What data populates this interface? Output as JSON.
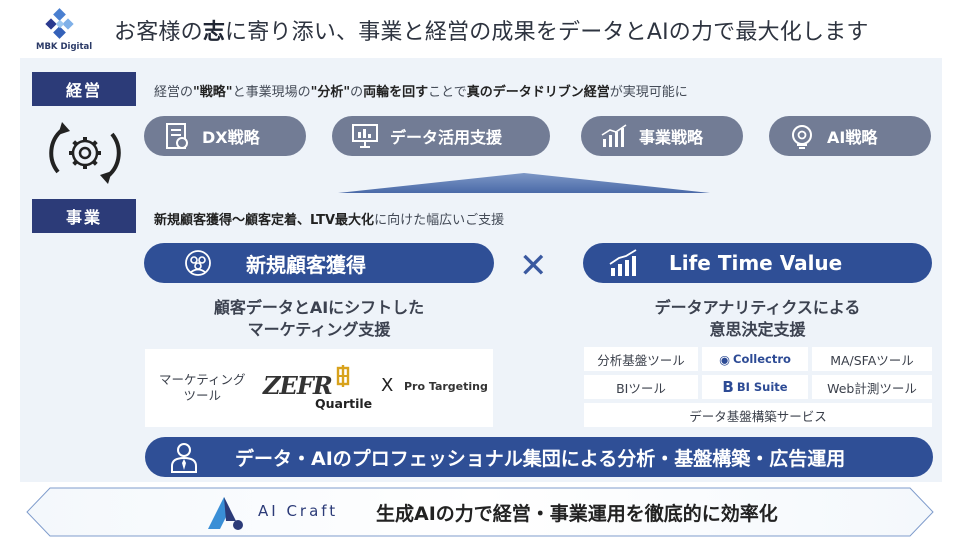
{
  "brand": {
    "name": "MBK Digital"
  },
  "headline": {
    "part1": "お客様の",
    "bold1": "志",
    "part2": "に寄り添い、事業と経営の成果をデータとAIの力で最大化します"
  },
  "management": {
    "label": "経営",
    "desc": {
      "t1": "経営の",
      "b1": "\"戦略\"",
      "t2": "と事業現場の",
      "b2": "\"分析\"",
      "t3": "の",
      "b3": "両輪を回す",
      "t4": "ことで",
      "b4": "真のデータドリブン経営",
      "t5": "が実現可能に"
    },
    "pills": [
      {
        "label": "DX戦略",
        "icon": "document-chart-icon"
      },
      {
        "label": "データ活用支援",
        "icon": "presentation-board-icon"
      },
      {
        "label": "事業戦略",
        "icon": "bar-chart-icon"
      },
      {
        "label": "AI戦略",
        "icon": "ai-head-icon"
      }
    ]
  },
  "business": {
    "label": "事業",
    "desc": {
      "b1": "新規顧客獲得〜顧客定着、LTV最大化",
      "t1": "に向けた幅広いご支援"
    },
    "left": {
      "title": "新規顧客獲得",
      "sub1": "顧客データとAIにシフトした",
      "sub2": "マーケティング支援",
      "tools_label1": "マーケティング",
      "tools_label2": "ツール",
      "logos": [
        "ZEFR",
        "Quartile",
        "X",
        "Pro Targeting"
      ]
    },
    "times": "✕",
    "right": {
      "title": "Life Time Value",
      "sub1": "データアナリティクスによる",
      "sub2": "意思決定支援",
      "cells": {
        "analysis": "分析基盤ツール",
        "collectro": "Collectro",
        "masfa": "MA/SFAツール",
        "bi": "BIツール",
        "bisuite": "BI Suite",
        "web": "Web計測ツール",
        "data_service": "データ基盤構築サービス"
      }
    }
  },
  "professional_bar": "データ・AIのプロフェッショナル集団による分析・基盤構築・広告運用",
  "aicraft": {
    "name": "AI Craft",
    "text": "生成AIの力で経営・事業運用を徹底的に効率化"
  },
  "colors": {
    "navy": "#2c3b78",
    "blue": "#2f4f96",
    "gray_pill": "#727c95",
    "panel": "#eef3f9"
  }
}
